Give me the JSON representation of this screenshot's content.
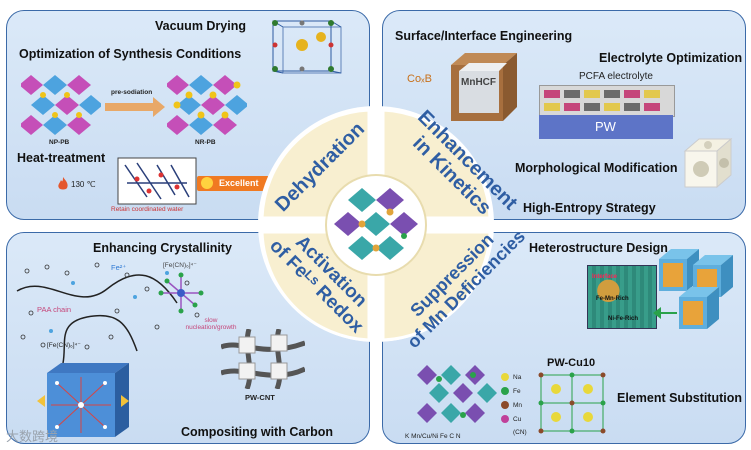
{
  "top_left": {
    "vacuum_drying": "Vacuum Drying",
    "optimization": "Optimization of Synthesis Conditions",
    "pre_sodiation": "pre-sodiation",
    "np_pb": "NP-PB",
    "nr_pb": "NR-PB",
    "heat_treatment": "Heat-treatment",
    "temperature": "130 ℃",
    "excellent": "Excellent",
    "retain_water": "Retain coordinated water"
  },
  "top_right": {
    "surface_engineering": "Surface/Interface Engineering",
    "co_b": "CoₓB",
    "mnhcf": "MnHCF",
    "electrolyte_optimization": "Electrolyte Optimization",
    "pcfa": "PCFA electrolyte",
    "pw": "PW",
    "morphological": "Morphological Modification",
    "high_entropy": "High-Entropy Strategy"
  },
  "bottom_left": {
    "enhancing_crystallinity": "Enhancing Crystallinity",
    "paa_chain": "PAA chain",
    "fe_ion": "Fe²⁺",
    "fe_cn6_4": "[Fe(CN)₆]⁴⁻",
    "fe_cn6_4b": "[Fe(CN)₆]⁴⁻",
    "slow_nucleation": "slow nucleation/growth",
    "pw_cnt": "PW-CNT",
    "compositing": "Compositing with Carbon"
  },
  "bottom_right": {
    "heterostructure": "Heterostructure Design",
    "interface": "Interface",
    "fe_mn_rich": "Fe-Mn-Rich",
    "ni_fe_rich": "Ni-Fe-Rich",
    "pw_cu10": "PW-Cu10",
    "element_substitution": "Element Substitution",
    "legend": [
      "Na",
      "Fe",
      "Mn",
      "Cu"
    ],
    "cn_label": "(CN)",
    "bottom_legend": "K  Mn/Cu/Ni  Fe  C  N"
  },
  "hub": {
    "dehydration": "Dehydration",
    "kinetics_line1": "Enhancement",
    "kinetics_line2": "in Kinetics",
    "activation_line1": "Activation",
    "activation_line2": "of Feᴸˢ Redox",
    "suppression_line1": "Suppression",
    "suppression_line2": "of Mn Deficiencies"
  },
  "watermark": "大数跨境",
  "colors": {
    "panel_bg": "#d3e3f5",
    "panel_border": "#3b6aa8",
    "hub_bg": "#f8efd0",
    "hub_text": "#2f5ea3",
    "excellent_bg": "#f07a22",
    "pw_bar": "#5d74c7"
  }
}
